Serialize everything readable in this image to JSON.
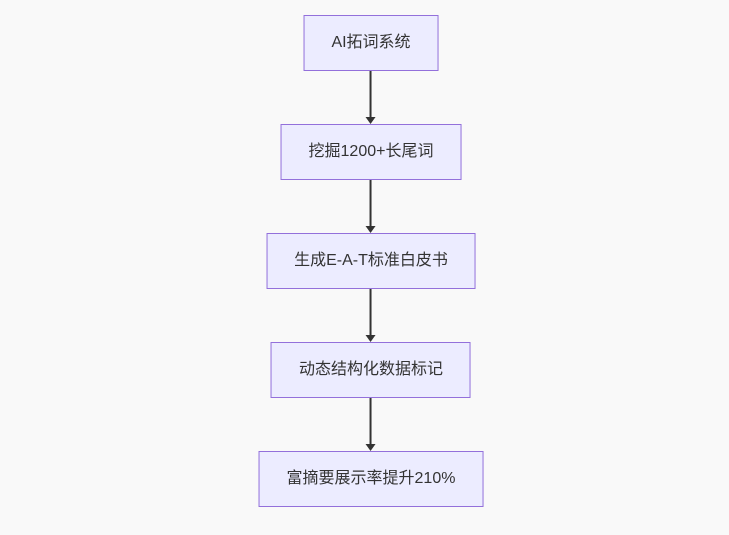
{
  "diagram": {
    "type": "flowchart-vertical",
    "colors": {
      "background": "#f9f9f9",
      "node_fill": "#ECECFF",
      "node_border": "#9370DB",
      "arrow": "#333333",
      "text": "#333333"
    },
    "nodes": [
      {
        "label": "AI拓词系统"
      },
      {
        "label": "挖掘1200+长尾词"
      },
      {
        "label": "生成E-A-T标准白皮书"
      },
      {
        "label": "动态结构化数据标记"
      },
      {
        "label": "富摘要展示率提升210%"
      }
    ],
    "edges": [
      {
        "from": 0,
        "to": 1
      },
      {
        "from": 1,
        "to": 2
      },
      {
        "from": 2,
        "to": 3
      },
      {
        "from": 3,
        "to": 4
      }
    ]
  }
}
